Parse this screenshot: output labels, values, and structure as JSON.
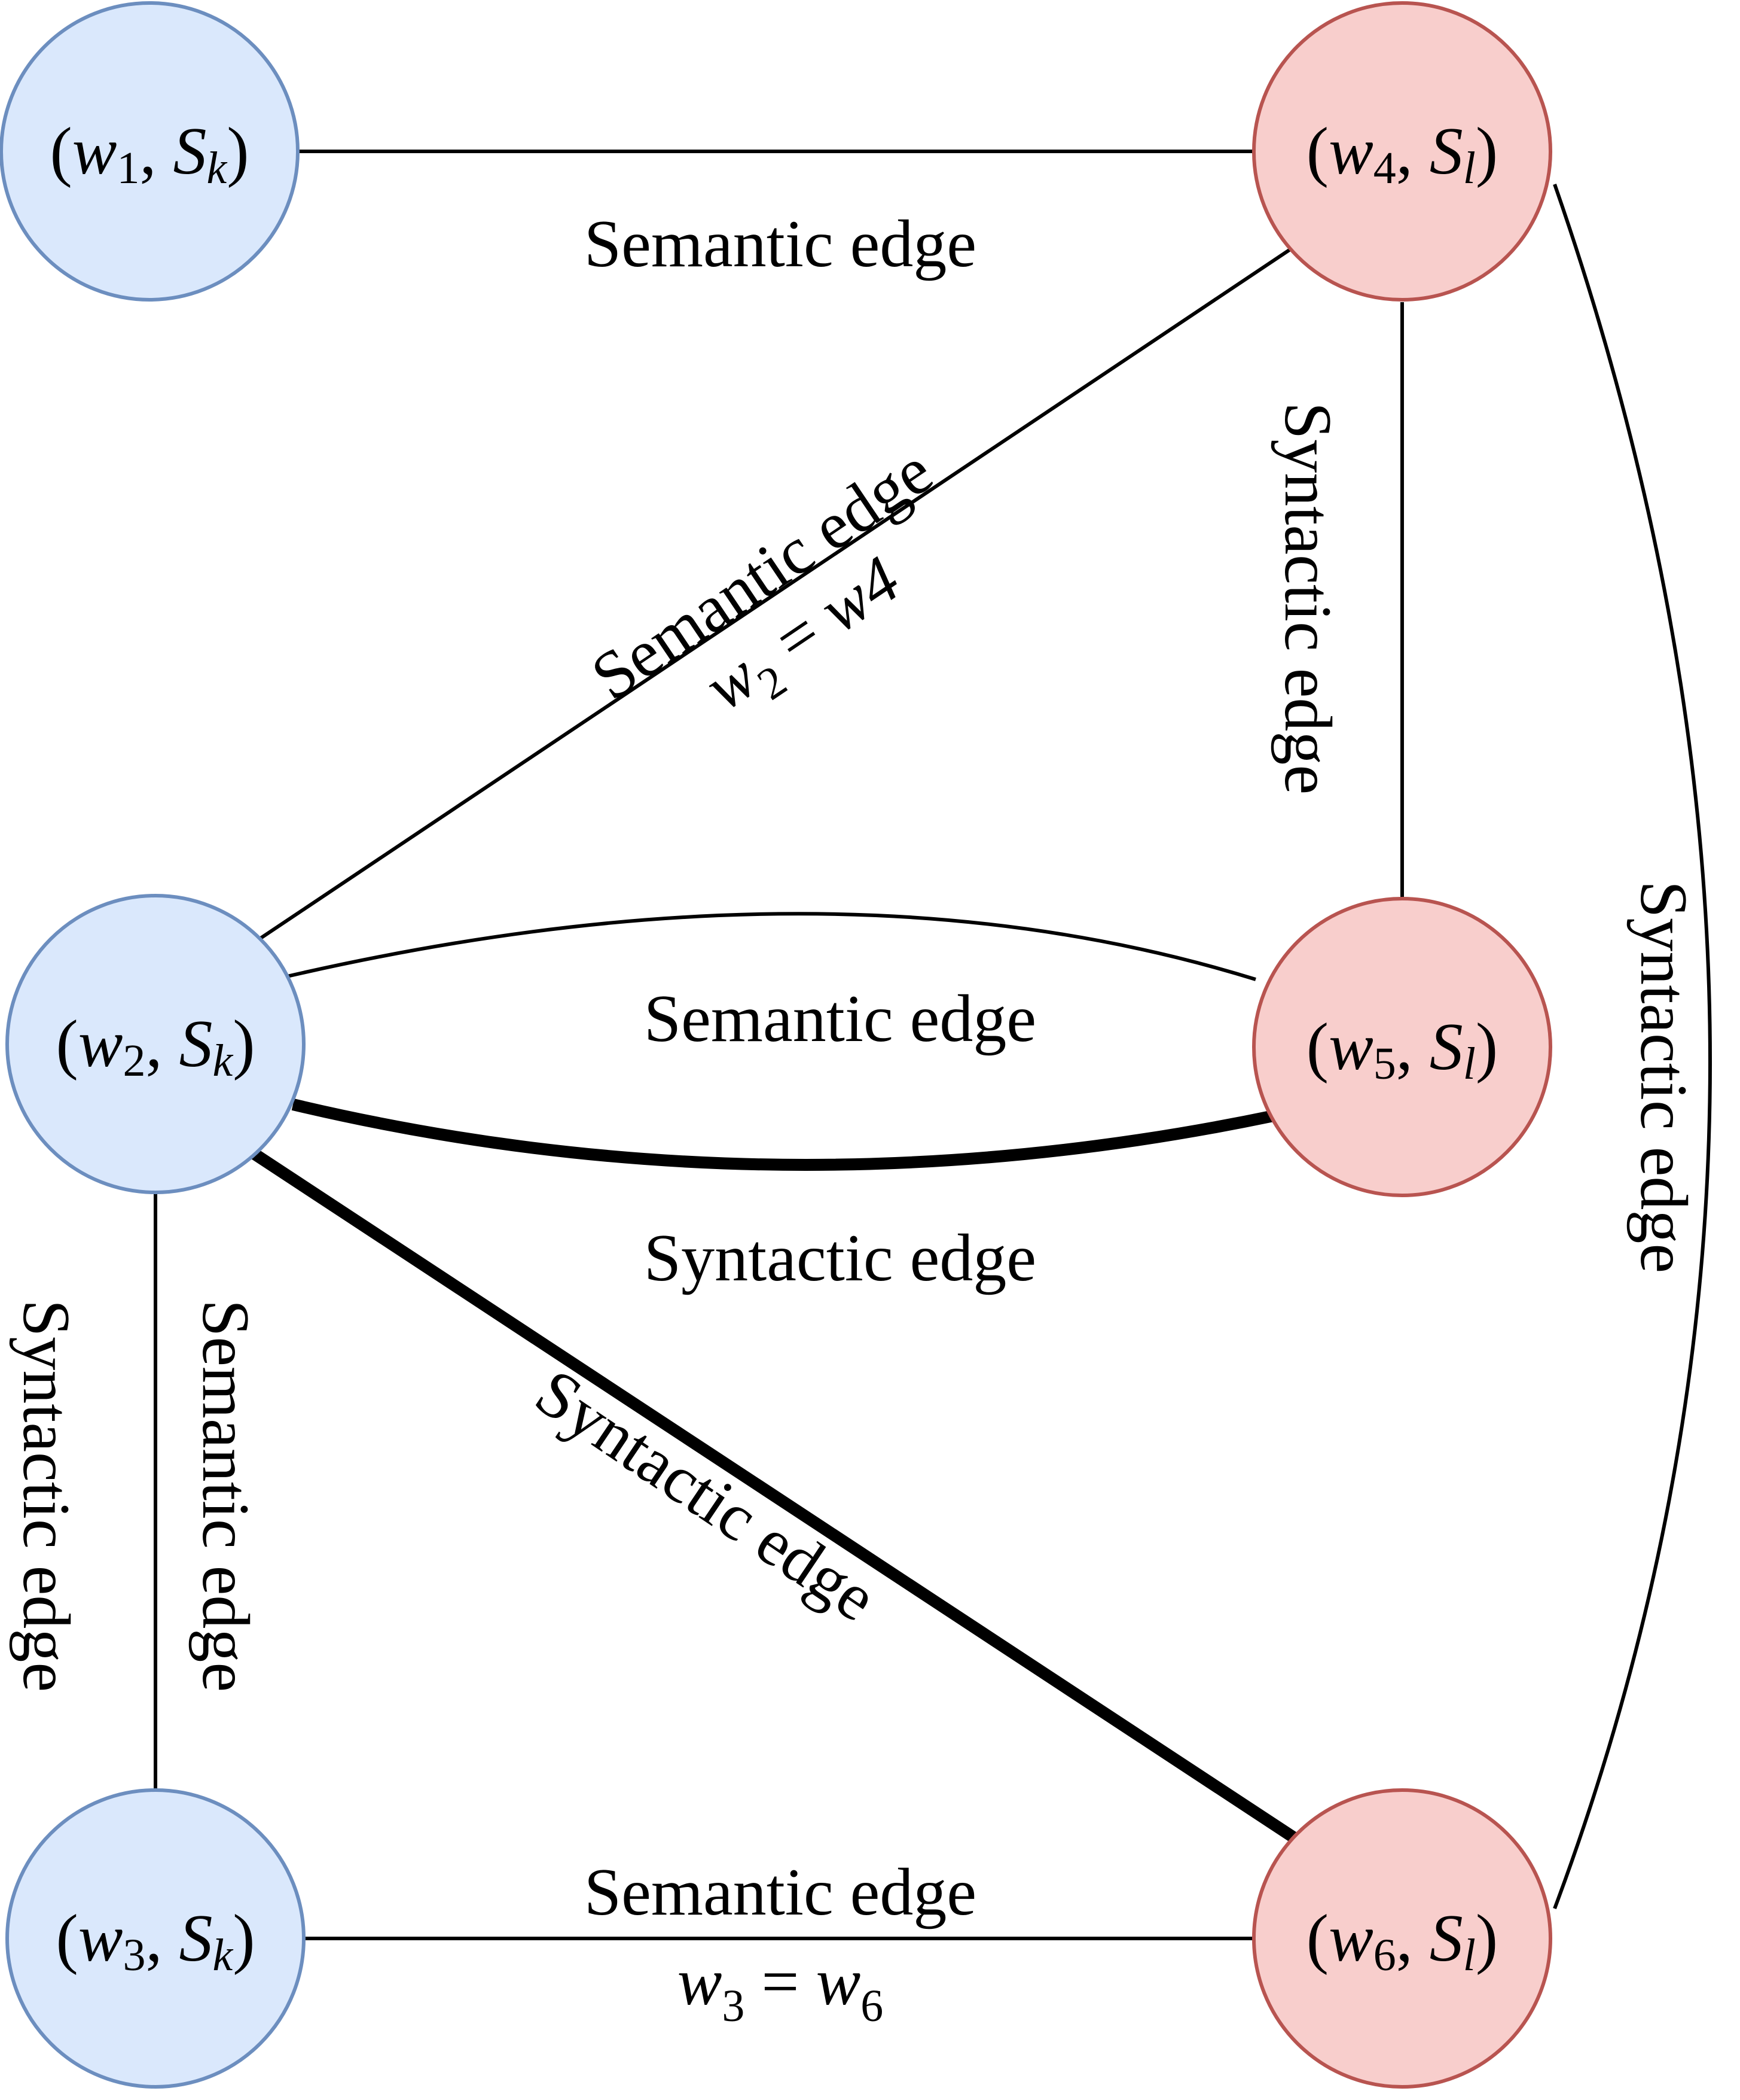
{
  "nodes": {
    "n1": {
      "word": "w",
      "word_sub": "1",
      "sense": "S",
      "sense_sub": "k",
      "color": "#dae8fc",
      "group": "blue"
    },
    "n2": {
      "word": "w",
      "word_sub": "2",
      "sense": "S",
      "sense_sub": "k",
      "color": "#dae8fc",
      "group": "blue"
    },
    "n3": {
      "word": "w",
      "word_sub": "3",
      "sense": "S",
      "sense_sub": "k",
      "color": "#dae8fc",
      "group": "blue"
    },
    "n4": {
      "word": "w",
      "word_sub": "4",
      "sense": "S",
      "sense_sub": "l",
      "color": "#f8cecc",
      "group": "red"
    },
    "n5": {
      "word": "w",
      "word_sub": "5",
      "sense": "S",
      "sense_sub": "l",
      "color": "#f8cecc",
      "group": "red"
    },
    "n6": {
      "word": "w",
      "word_sub": "6",
      "sense": "S",
      "sense_sub": "l",
      "color": "#f8cecc",
      "group": "red"
    }
  },
  "edges": {
    "e14": {
      "label": "Semantic edge"
    },
    "e24": {
      "label": "Semantic edge",
      "eq_left": "w",
      "eq_left_sub": "2",
      "eq_op": " = ",
      "eq_right": "w4"
    },
    "e45": {
      "label": "Syntactic edge"
    },
    "e46": {
      "label": "Syntactic edge"
    },
    "e25_sem": {
      "label": "Semantic edge"
    },
    "e25_syn": {
      "label": "Syntactic edge"
    },
    "e26": {
      "label": "Syntactic edge"
    },
    "e23_syn": {
      "label": "Syntactic edge"
    },
    "e23_sem": {
      "label": "Semantic edge"
    },
    "e36": {
      "label": "Semantic edge",
      "eq_left": "w",
      "eq_left_sub": "3",
      "eq_op": " = ",
      "eq_right": "w",
      "eq_right_sub": "6"
    }
  },
  "colors": {
    "blue_fill": "#dae8fc",
    "blue_stroke": "#6c8ebf",
    "red_fill": "#f8cecc",
    "red_stroke": "#b85450"
  }
}
